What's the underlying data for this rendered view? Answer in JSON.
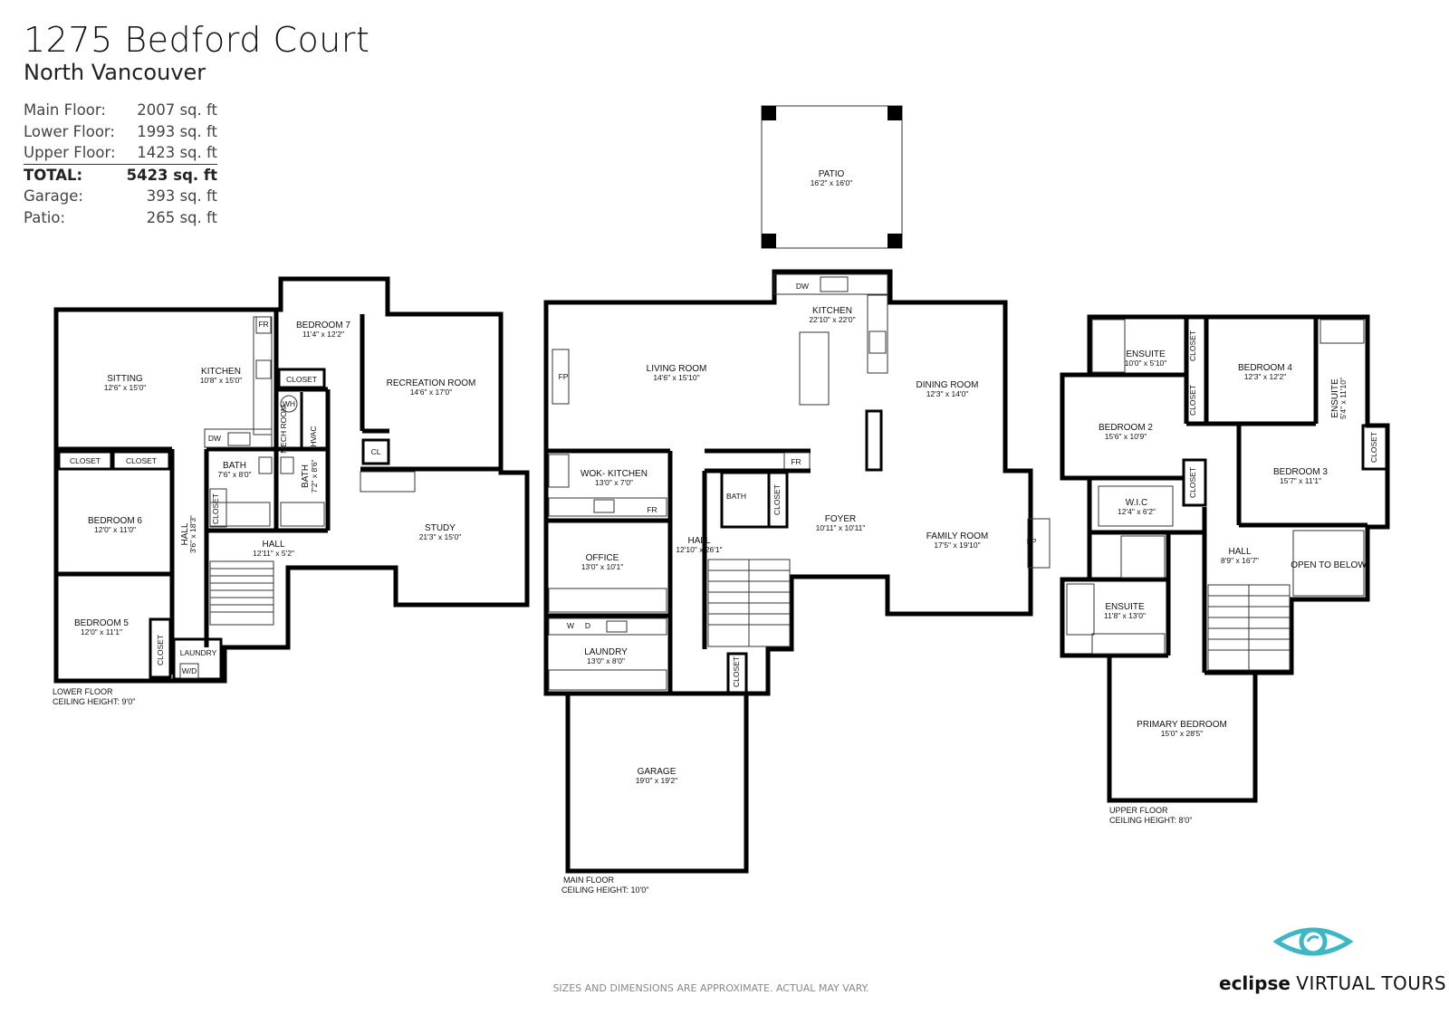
{
  "header": {
    "address": "1275 Bedford Court",
    "city": "North Vancouver"
  },
  "areas": [
    {
      "label": "Main Floor:",
      "value": "2007 sq. ft"
    },
    {
      "label": "Lower Floor:",
      "value": "1993 sq. ft"
    },
    {
      "label": "Upper Floor:",
      "value": "1423 sq. ft"
    },
    {
      "label": "TOTAL:",
      "value": "5423 sq. ft"
    },
    {
      "label": "Garage:",
      "value": "393 sq. ft"
    },
    {
      "label": "Patio:",
      "value": "265 sq. ft"
    }
  ],
  "lower_floor": {
    "caption": "LOWER FLOOR",
    "ceiling": "CEILING HEIGHT: 9'0\"",
    "rooms": {
      "sitting": {
        "name": "SITTING",
        "dim": "12'6\" x 15'0\""
      },
      "kitchen": {
        "name": "KITCHEN",
        "dim": "10'8\" x 15'0\""
      },
      "bedroom7": {
        "name": "BEDROOM 7",
        "dim": "11'4\" x 12'2\""
      },
      "recreation": {
        "name": "RECREATION ROOM",
        "dim": "14'6\" x 17'0\""
      },
      "bedroom6": {
        "name": "BEDROOM 6",
        "dim": "12'0\" x 11'0\""
      },
      "bath1": {
        "name": "BATH",
        "dim": "7'6\" x 8'0\""
      },
      "bath2": {
        "name": "BATH",
        "dim": "7'2\" x 8'6\""
      },
      "hall_v": {
        "name": "HALL",
        "dim": "3'6\" x 18'3\""
      },
      "hall": {
        "name": "HALL",
        "dim": "12'11\" x 5'2\""
      },
      "study": {
        "name": "STUDY",
        "dim": "21'3\" x 15'0\""
      },
      "bedroom5": {
        "name": "BEDROOM 5",
        "dim": "12'0\" x 11'1\""
      }
    },
    "labels": {
      "closet": "CLOSET",
      "fr": "FR",
      "dw": "DW",
      "wh": "WH",
      "mech": "MECH ROOM",
      "hvac": "HVAC",
      "cl": "CL",
      "laundry": "LAUNDRY",
      "wd": "W/D"
    }
  },
  "main_floor": {
    "caption": "MAIN FLOOR",
    "ceiling": "CEILING HEIGHT: 10'0\"",
    "rooms": {
      "patio": {
        "name": "PATIO",
        "dim": "16'2\" x 16'0\""
      },
      "kitchen": {
        "name": "KITCHEN",
        "dim": "22'10\" x 22'0\""
      },
      "living": {
        "name": "LIVING ROOM",
        "dim": "14'6\" x 15'10\""
      },
      "dining": {
        "name": "DINING ROOM",
        "dim": "12'3\" x 14'0\""
      },
      "wok": {
        "name": "WOK- KITCHEN",
        "dim": "13'0\" x 7'0\""
      },
      "office": {
        "name": "OFFICE",
        "dim": "13'0\" x 10'1\""
      },
      "hall": {
        "name": "HALL",
        "dim": "12'10\" x 26'1\""
      },
      "foyer": {
        "name": "FOYER",
        "dim": "10'11\" x 10'11\""
      },
      "family": {
        "name": "FAMILY ROOM",
        "dim": "17'5\" x 19'10\""
      },
      "laundry": {
        "name": "LAUNDRY",
        "dim": "13'0\" x 8'0\""
      },
      "garage": {
        "name": "GARAGE",
        "dim": "19'0\" x 19'2\""
      }
    },
    "labels": {
      "dw": "DW",
      "fp": "FP",
      "fr": "FR",
      "bath": "BATH",
      "closet": "CLOSET",
      "w": "W",
      "d": "D"
    }
  },
  "upper_floor": {
    "caption": "UPPER FLOOR",
    "ceiling": "CEILING HEIGHT: 8'0\"",
    "rooms": {
      "ensuite1": {
        "name": "ENSUITE",
        "dim": "10'0\" x 5'10\""
      },
      "bedroom4": {
        "name": "BEDROOM 4",
        "dim": "12'3\" x 12'2\""
      },
      "ensuite2": {
        "name": "ENSUITE",
        "dim": "5'4\" x 11'10\""
      },
      "bedroom2": {
        "name": "BEDROOM 2",
        "dim": "15'6\" x 10'9\""
      },
      "bedroom3": {
        "name": "BEDROOM 3",
        "dim": "15'7\" x 11'1\""
      },
      "wic": {
        "name": "W.I.C",
        "dim": "12'4\" x 6'2\""
      },
      "hall": {
        "name": "HALL",
        "dim": "8'9\" x 16'7\""
      },
      "ensuite3": {
        "name": "ENSUITE",
        "dim": "11'8\" x 13'0\""
      },
      "primary": {
        "name": "PRIMARY BEDROOM",
        "dim": "15'0\" x 28'5\""
      }
    },
    "labels": {
      "closet": "CLOSET",
      "open": "OPEN TO BELOW"
    }
  },
  "footer": {
    "disclaimer": "SIZES AND DIMENSIONS ARE APPROXIMATE. ACTUAL MAY VARY."
  },
  "brand": {
    "name": "eclipse",
    "suffix": "VIRTUAL TOURS",
    "color": "#3cb7c4"
  }
}
